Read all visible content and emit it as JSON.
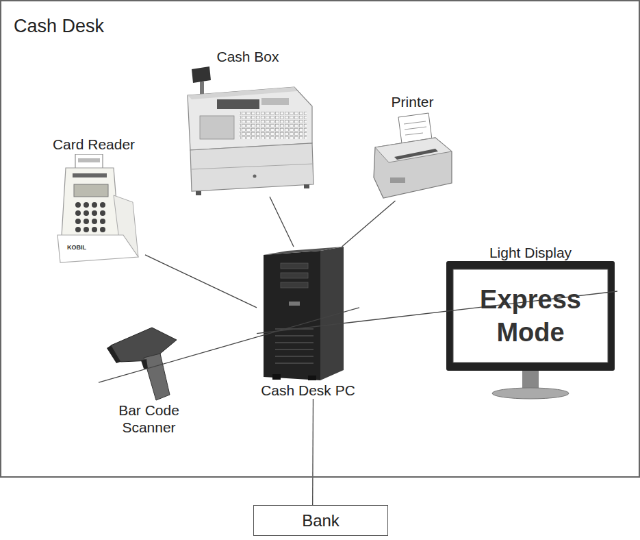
{
  "diagram": {
    "nodes": [
      {
        "text": [
          "Cash Desk"
        ]
      },
      {
        "text": [
          "Cash Box"
        ],
        "in": 0
      },
      {
        "text": [
          "Printer"
        ],
        "in": 0
      },
      {
        "text": [
          "Card Reader"
        ],
        "in": 0
      },
      {
        "text": [
          "Light Display",
          "Express Mode"
        ],
        "in": 0
      },
      {
        "text": [
          "Bar Code Scanner"
        ],
        "in": 0
      },
      {
        "text": [
          "Cash Desk PC"
        ],
        "in": 0
      },
      {
        "text": [
          "Bank"
        ]
      }
    ],
    "edges": [
      {
        "from": 6,
        "to": 1,
        "arrow": "none"
      },
      {
        "from": 6,
        "to": 2,
        "arrow": "none"
      },
      {
        "from": 6,
        "to": 3,
        "arrow": "none"
      },
      {
        "from": 6,
        "to": 4,
        "arrow": "none"
      },
      {
        "from": 6,
        "to": 5,
        "arrow": "none"
      },
      {
        "from": 6,
        "to": 7,
        "arrow": "none"
      }
    ],
    "labels": [
      "KOBIL"
    ]
  }
}
